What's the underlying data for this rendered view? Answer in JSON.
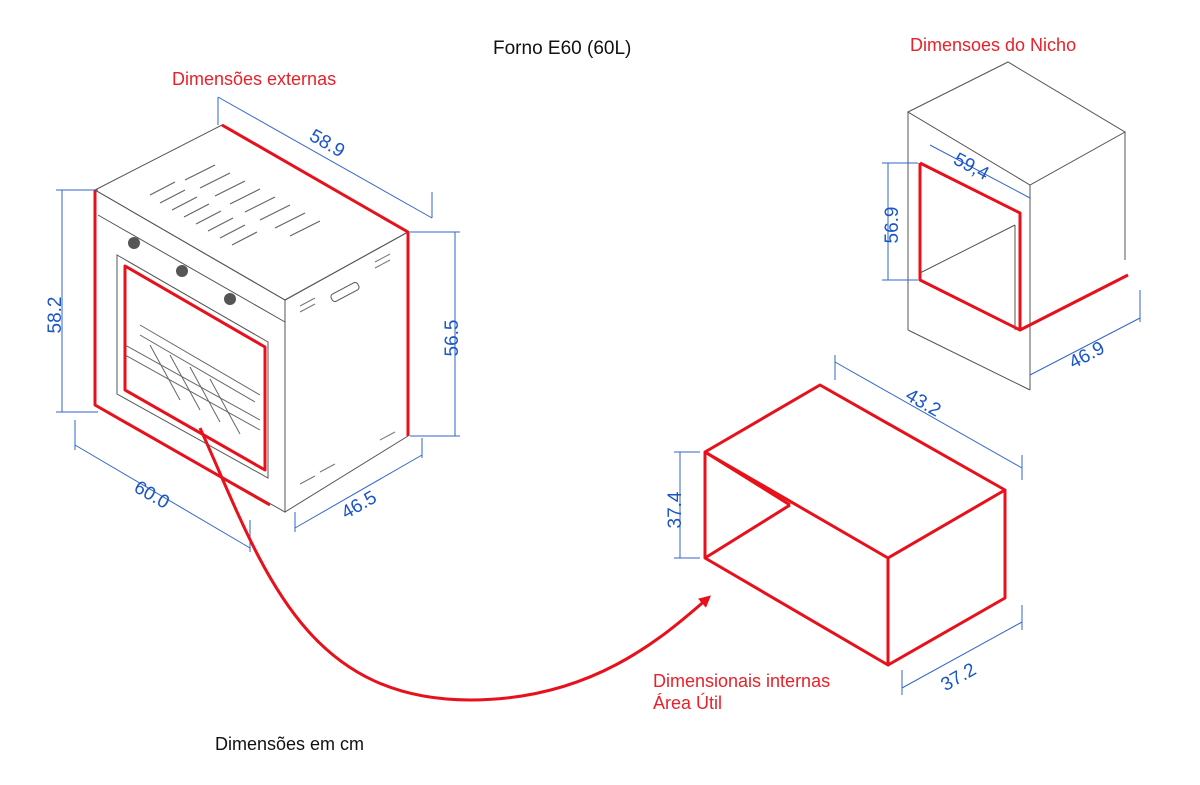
{
  "title": "Forno E60 (60L)",
  "labels": {
    "external": "Dimensões externas",
    "niche": "Dimensoes do Nicho",
    "internal_line1": "Dimensionais internas",
    "internal_line2": "Área Útil",
    "units_note": "Dimensões em cm"
  },
  "external_dims": {
    "depth_top": "58.9",
    "height_left": "58.2",
    "height_right": "56.5",
    "width_front": "60.0",
    "depth_bottom": "46.5"
  },
  "niche_dims": {
    "width": "59,4",
    "height": "56.9",
    "depth": "46.9"
  },
  "internal_dims": {
    "width": "43.2",
    "height": "37.4",
    "depth": "37.2"
  },
  "colors": {
    "accent_red": "#e8212a",
    "dimension_blue": "#1a55c8",
    "text": "#111111"
  }
}
